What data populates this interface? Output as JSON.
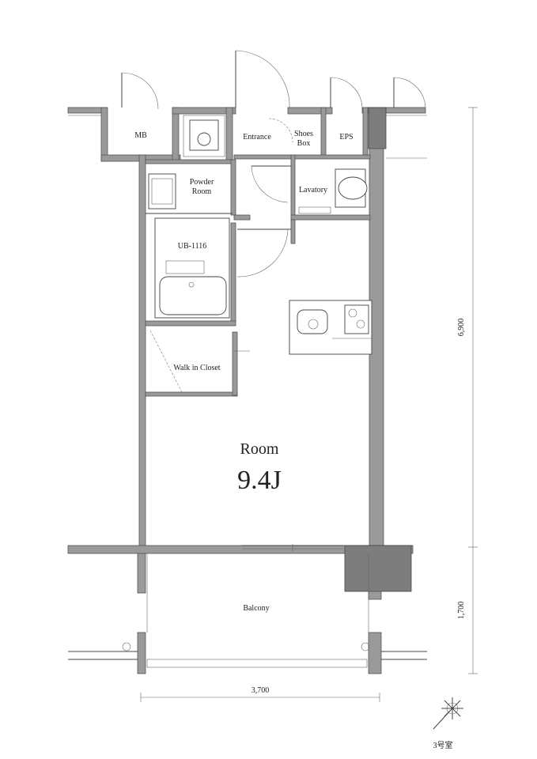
{
  "plan": {
    "rooms": {
      "mb": "MB",
      "entrance": "Entrance",
      "shoes_box": [
        "Shoes",
        "Box"
      ],
      "eps": "EPS",
      "powder_room": [
        "Powder",
        "Room"
      ],
      "lavatory": "Lavatory",
      "unit_bath": "UB-1116",
      "walk_in_closet": "Walk in Closet",
      "room_name": "Room",
      "room_size": "9.4J",
      "balcony": "Balcony"
    },
    "dimensions": {
      "width": "3,700",
      "room_depth": "6,900",
      "balcony_depth": "1,700"
    },
    "unit_label": "3号室"
  }
}
